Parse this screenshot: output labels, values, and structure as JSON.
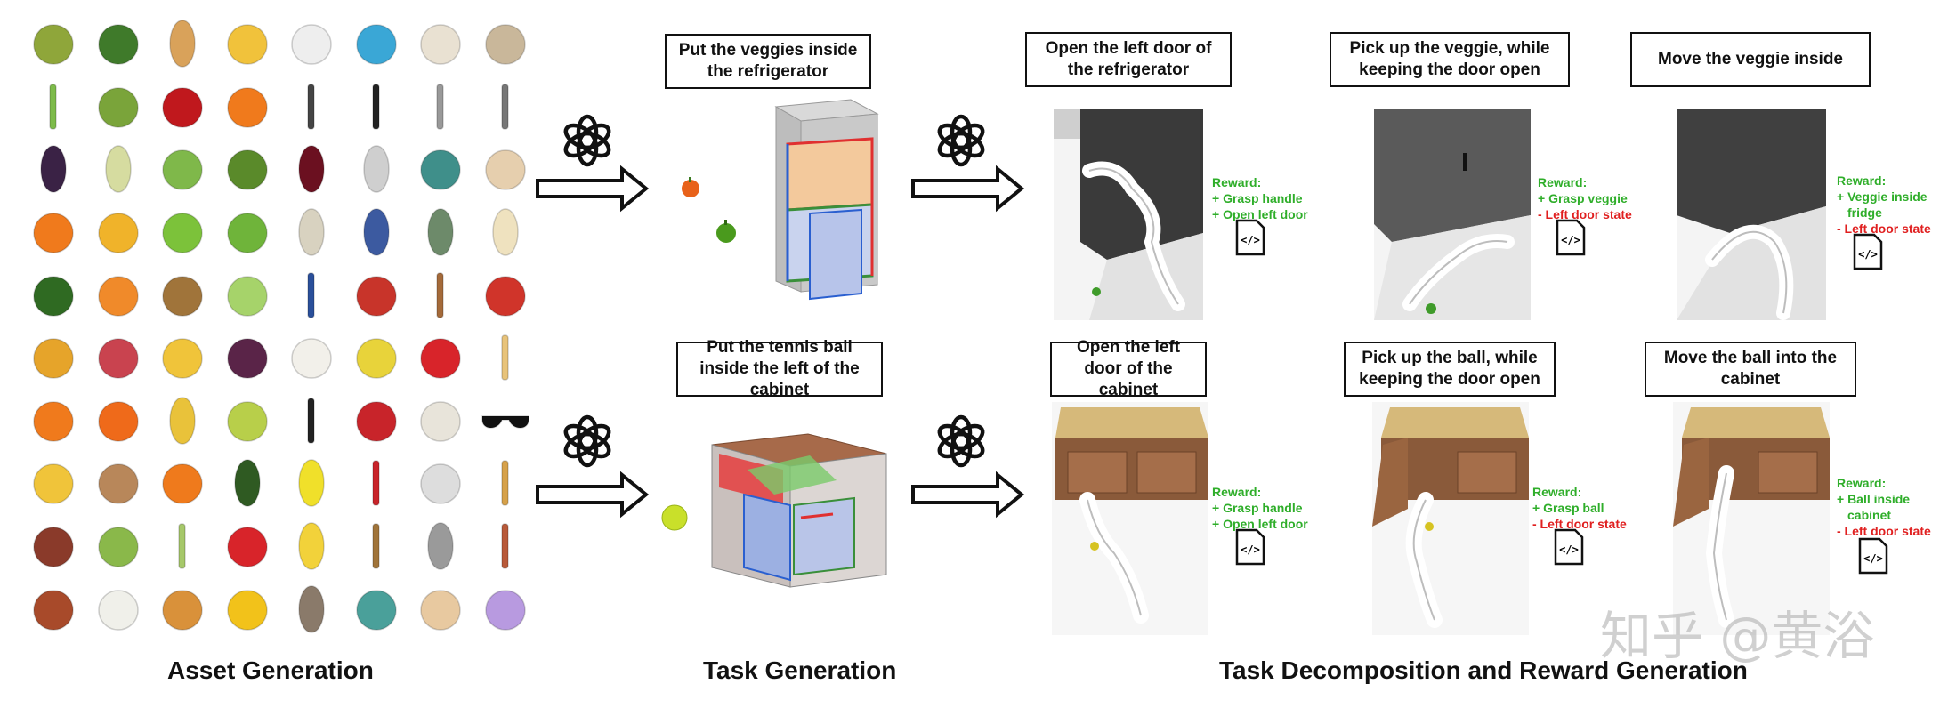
{
  "sections": {
    "asset_generation": "Asset Generation",
    "task_generation": "Task Generation",
    "decomposition": "Task Decomposition and Reward Generation"
  },
  "tasks": {
    "fridge": "Put the veggies inside the refrigerator",
    "cabinet": "Put the tennis ball inside the left of the cabinet"
  },
  "subtasks_fridge": [
    {
      "title": "Open the left door of the refrigerator",
      "reward_head": "Reward:",
      "lines": [
        {
          "t": "+ Grasp handle",
          "k": "pos"
        },
        {
          "t": "+ Open left door",
          "k": "pos"
        }
      ]
    },
    {
      "title": "Pick up the veggie, while keeping the door open",
      "reward_head": "Reward:",
      "lines": [
        {
          "t": "+ Grasp veggie",
          "k": "pos"
        },
        {
          "t": "- Left door state",
          "k": "neg"
        }
      ]
    },
    {
      "title": "Move the veggie inside",
      "reward_head": "Reward:",
      "lines": [
        {
          "t": "+ Veggie inside",
          "k": "pos"
        },
        {
          "t": "fridge",
          "k": "pos"
        },
        {
          "t": "- Left door state",
          "k": "neg"
        }
      ]
    }
  ],
  "subtasks_cabinet": [
    {
      "title": "Open the left door of the cabinet",
      "reward_head": "Reward:",
      "lines": [
        {
          "t": "+ Grasp handle",
          "k": "pos"
        },
        {
          "t": "+ Open left door",
          "k": "pos"
        }
      ]
    },
    {
      "title": "Pick up the ball, while keeping the door open",
      "reward_head": "Reward:",
      "lines": [
        {
          "t": "+ Grasp ball",
          "k": "pos"
        },
        {
          "t": "- Left door state",
          "k": "neg"
        }
      ]
    },
    {
      "title": "Move the ball into the cabinet",
      "reward_head": "Reward:",
      "lines": [
        {
          "t": "+ Ball inside",
          "k": "pos"
        },
        {
          "t": "cabinet",
          "k": "pos"
        },
        {
          "t": "- Left door state",
          "k": "neg"
        }
      ]
    }
  ],
  "watermark": "知乎 @黄浴",
  "assets": [
    "melon-icon",
    "broccoli-icon",
    "squash-icon",
    "grapefruit-icon",
    "mug-icon",
    "blue-mug-icon",
    "cup-icon",
    "striped-mug-icon",
    "celery-icon",
    "bitter-melon-icon",
    "cherry-icon",
    "tangerine-icon",
    "spatula-icon",
    "turner-icon",
    "whisk-icon",
    "knife-icon",
    "eggplant-icon",
    "endive-icon",
    "lettuce-icon",
    "avocado-icon",
    "wine-bottle-icon",
    "pitcher-icon",
    "watering-can-icon",
    "teapot-icon",
    "orange-icon",
    "yellow-fruit-icon",
    "apple-icon",
    "pea-pod-icon",
    "vase-icon",
    "blue-vase-icon",
    "green-vase-icon",
    "cream-vase-icon",
    "kale-icon",
    "horned-melon-icon",
    "kiwi-icon",
    "kohlrabi-icon",
    "screwdriver-icon",
    "pliers-icon",
    "axe-icon",
    "cutter-icon",
    "quince-icon",
    "lychee-icon",
    "mango-icon",
    "mangosteen-icon",
    "baseball-icon",
    "softball-icon",
    "ping-pong-paddle-icon",
    "pencil-icon",
    "orange-icon",
    "bell-pepper-icon",
    "papaya-icon",
    "pear-icon",
    "comb-icon",
    "handbag-icon",
    "tote-bag-icon",
    "sunglasses-icon",
    "pomelo-icon",
    "potato-icon",
    "pumpkin-icon",
    "zucchini-icon",
    "highlighter-icon",
    "marker-icon",
    "desk-lamp-icon",
    "stick-icon",
    "onion-icon",
    "cucumber-icon",
    "scallion-icon",
    "strawberry-icon",
    "sponge-icon",
    "broom-icon",
    "trash-can-icon",
    "mop-icon",
    "sweet-potato-icon",
    "radish-icon",
    "yellow-onion-icon",
    "yellow-pepper-icon",
    "wood-vase-icon",
    "dinosaur-toy-icon",
    "figurine-icon",
    "teddy-bear-icon"
  ],
  "colors": {
    "positive": "#2fae2a",
    "negative": "#e01f1f"
  }
}
